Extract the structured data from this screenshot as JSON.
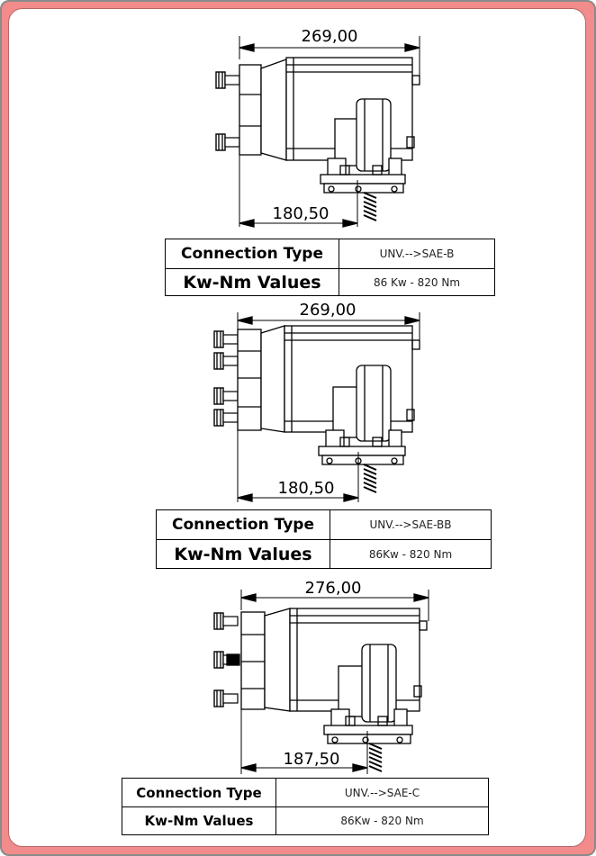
{
  "assemblies": [
    {
      "dim_total": "269,00",
      "dim_partial": "180,50",
      "connection_type_label": "Connection Type",
      "connection_type_value": "UNV.-->SAE-B",
      "kw_nm_label": "Kw-Nm Values",
      "kw_nm_value": "86 Kw - 820 Nm"
    },
    {
      "dim_total": "269,00",
      "dim_partial": "180,50",
      "connection_type_label": "Connection Type",
      "connection_type_value": "UNV.-->SAE-BB",
      "kw_nm_label": "Kw-Nm Values",
      "kw_nm_value": "86Kw - 820 Nm"
    },
    {
      "dim_total": "276,00",
      "dim_partial": "187,50",
      "connection_type_label": "Connection Type",
      "connection_type_value": "UNV.-->SAE-C",
      "kw_nm_label": "Kw-Nm Values",
      "kw_nm_value": "86Kw - 820 Nm"
    }
  ],
  "colors": {
    "frame": "#f28b8b",
    "sheet": "#ffffff",
    "line": "#000000"
  }
}
